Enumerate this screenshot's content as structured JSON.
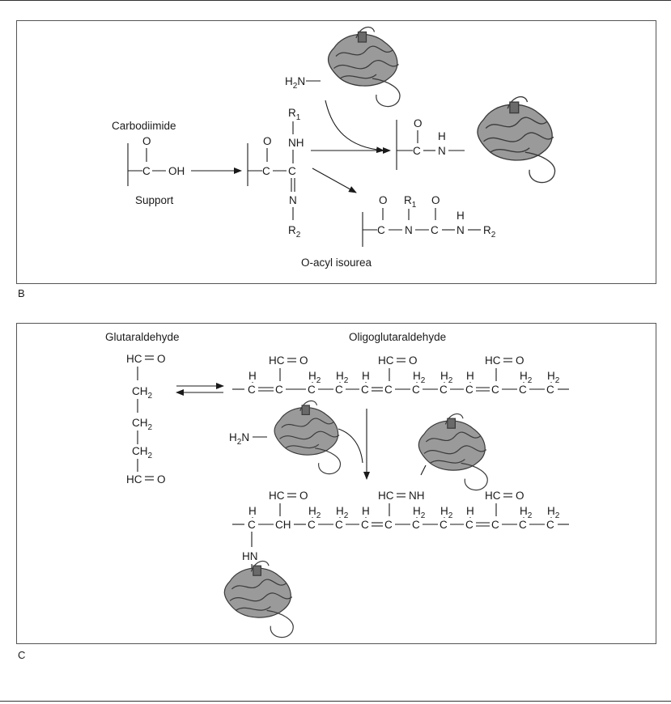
{
  "panels": {
    "B": {
      "letter": "B",
      "reagent_label": "Carbodiimide",
      "support_label": "Support",
      "intermediate_label": "O-acyl isourea",
      "atoms": {
        "o": "O",
        "c": "C",
        "oh": "OH",
        "n": "N",
        "nh": "NH",
        "h": "H",
        "h2n": "H",
        "h2n_sub": "2",
        "h2n_n": "N",
        "r": "R",
        "r1_sub": "1",
        "r2_sub": "2"
      }
    },
    "C": {
      "letter": "C",
      "left_label": "Glutaraldehyde",
      "right_label": "Oligoglutaraldehyde",
      "atoms": {
        "hc": "HC",
        "o": "O",
        "ch2": "CH",
        "sub2": "2",
        "h": "H",
        "c": "C",
        "ch": "CH",
        "hn": "HN",
        "nh": "NH",
        "h2n": "H",
        "h2n_n": "N"
      }
    }
  },
  "colors": {
    "protein_fill": "#9a9a9a",
    "protein_stroke": "#3a3a3a",
    "line": "#1a1a1a"
  },
  "icons": [
    "protein-ribbon-icon"
  ]
}
